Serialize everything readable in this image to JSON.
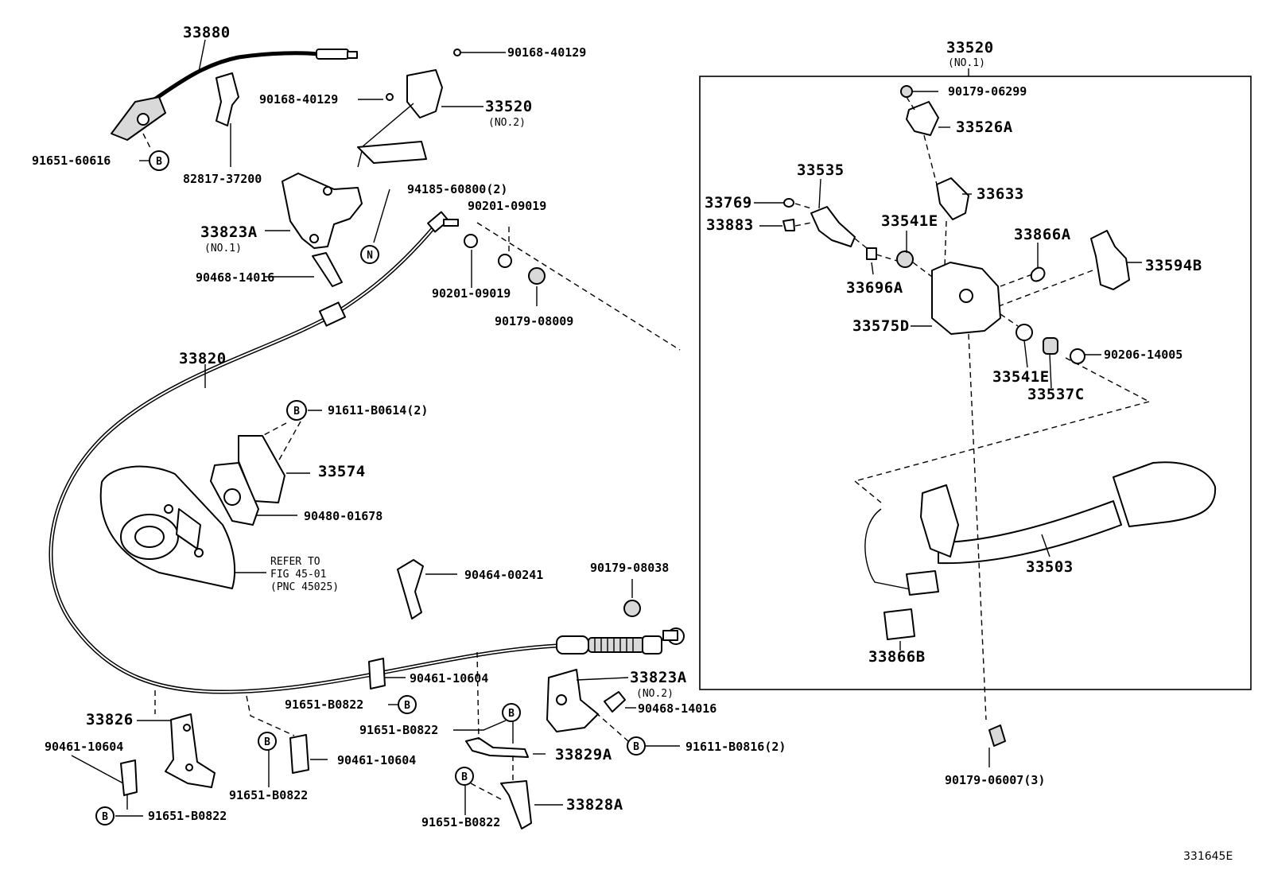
{
  "diagram": {
    "figure_code": "331645E",
    "callouts": [
      {
        "id": "c-33880",
        "text": "33880",
        "size": "big"
      },
      {
        "id": "c-90168-40129-a",
        "text": "90168-40129",
        "size": "small"
      },
      {
        "id": "c-90168-40129-b",
        "text": "90168-40129",
        "size": "small"
      },
      {
        "id": "c-33520-no2",
        "text": "33520",
        "sub": "(NO.2)",
        "size": "big"
      },
      {
        "id": "c-91651-60616",
        "text": "91651-60616",
        "size": "small"
      },
      {
        "id": "c-82817-37200",
        "text": "82817-37200",
        "size": "small"
      },
      {
        "id": "c-94185-60800",
        "text": "94185-60800(2)",
        "size": "small"
      },
      {
        "id": "c-90201-09019-a",
        "text": "90201-09019",
        "size": "small"
      },
      {
        "id": "c-33823a-no1",
        "text": "33823A",
        "sub": "(NO.1)",
        "size": "big"
      },
      {
        "id": "c-90468-14016-a",
        "text": "90468-14016",
        "size": "small"
      },
      {
        "id": "c-90201-09019-b",
        "text": "90201-09019",
        "size": "small"
      },
      {
        "id": "c-90179-08009",
        "text": "90179-08009",
        "size": "small"
      },
      {
        "id": "c-33820",
        "text": "33820",
        "size": "big"
      },
      {
        "id": "c-91611-b0614",
        "text": "91611-B0614(2)",
        "size": "small"
      },
      {
        "id": "c-33574",
        "text": "33574",
        "size": "big"
      },
      {
        "id": "c-90480-01678",
        "text": "90480-01678",
        "size": "small"
      },
      {
        "id": "c-refer",
        "text": "REFER TO",
        "size": "sub"
      },
      {
        "id": "c-fig",
        "text": "FIG 45-01",
        "size": "sub"
      },
      {
        "id": "c-pnc",
        "text": "(PNC 45025)",
        "size": "sub"
      },
      {
        "id": "c-90464-00241",
        "text": "90464-00241",
        "size": "small"
      },
      {
        "id": "c-90179-08038",
        "text": "90179-08038",
        "size": "small"
      },
      {
        "id": "c-90461-10604-a",
        "text": "90461-10604",
        "size": "small"
      },
      {
        "id": "c-91651-b0822-a",
        "text": "91651-B0822",
        "size": "small"
      },
      {
        "id": "c-33823a-no2",
        "text": "33823A",
        "sub": "(NO.2)",
        "size": "big"
      },
      {
        "id": "c-90468-14016-b",
        "text": "90468-14016",
        "size": "small"
      },
      {
        "id": "c-33826",
        "text": "33826",
        "size": "big"
      },
      {
        "id": "c-91651-b0822-b",
        "text": "91651-B0822",
        "size": "small"
      },
      {
        "id": "c-33829a",
        "text": "33829A",
        "size": "big"
      },
      {
        "id": "c-91611-b0816",
        "text": "91611-B0816(2)",
        "size": "small"
      },
      {
        "id": "c-90461-10604-b",
        "text": "90461-10604",
        "size": "small"
      },
      {
        "id": "c-90461-10604-c",
        "text": "90461-10604",
        "size": "small"
      },
      {
        "id": "c-91651-b0822-c",
        "text": "91651-B0822",
        "size": "small"
      },
      {
        "id": "c-91651-b0822-d",
        "text": "91651-B0822",
        "size": "small"
      },
      {
        "id": "c-33828a",
        "text": "33828A",
        "size": "big"
      },
      {
        "id": "c-91651-b0822-e",
        "text": "91651-B0822",
        "size": "small"
      },
      {
        "id": "c-33520-no1",
        "text": "33520",
        "sub": "(NO.1)",
        "size": "big"
      },
      {
        "id": "c-90179-06299",
        "text": "90179-06299",
        "size": "small"
      },
      {
        "id": "c-33526a",
        "text": "33526A",
        "size": "big"
      },
      {
        "id": "c-33535",
        "text": "33535",
        "size": "big"
      },
      {
        "id": "c-33633",
        "text": "33633",
        "size": "big"
      },
      {
        "id": "c-33769",
        "text": "33769",
        "size": "big"
      },
      {
        "id": "c-33883",
        "text": "33883",
        "size": "big"
      },
      {
        "id": "c-33541e-a",
        "text": "33541E",
        "size": "big"
      },
      {
        "id": "c-33866a",
        "text": "33866A",
        "size": "big"
      },
      {
        "id": "c-33594b",
        "text": "33594B",
        "size": "big"
      },
      {
        "id": "c-33696a",
        "text": "33696A",
        "size": "big"
      },
      {
        "id": "c-33575d",
        "text": "33575D",
        "size": "big"
      },
      {
        "id": "c-90206-14005",
        "text": "90206-14005",
        "size": "small"
      },
      {
        "id": "c-33541e-b",
        "text": "33541E",
        "size": "big"
      },
      {
        "id": "c-33537c",
        "text": "33537C",
        "size": "big"
      },
      {
        "id": "c-33503",
        "text": "33503",
        "size": "big"
      },
      {
        "id": "c-33866b",
        "text": "33866B",
        "size": "big"
      },
      {
        "id": "c-90179-06007",
        "text": "90179-06007(3)",
        "size": "small"
      }
    ],
    "markers": {
      "bolt_b": "B",
      "nut_n": "N"
    }
  }
}
